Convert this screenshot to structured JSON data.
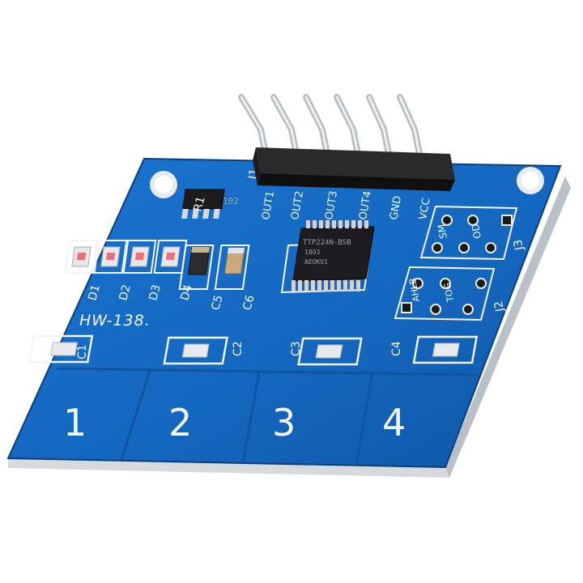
{
  "board": {
    "model": "HW-138.",
    "header_label": "J1",
    "pins": [
      "OUT1",
      "OUT2",
      "OUT3",
      "OUT4",
      "GND",
      "VCC"
    ],
    "resistor_label": "R1",
    "resistor_code": "102",
    "chip_lines": [
      "TTP224N-BSB",
      "1803",
      "AEOKU1"
    ],
    "leds": [
      "D1",
      "D2",
      "D3",
      "D4"
    ],
    "caps_mid": [
      "C5",
      "C6"
    ],
    "caps_pads": [
      "C1",
      "C2",
      "C3",
      "C4"
    ],
    "jumper_j2": {
      "label": "J2",
      "left": "AHLB",
      "right": "TOG"
    },
    "jumper_j3": {
      "label": "J3",
      "left": "SM",
      "right": "OD"
    },
    "pads": [
      "1",
      "2",
      "3",
      "4"
    ],
    "colors": {
      "pcb": "#1565c0",
      "pcb_dark": "#0d4a8f",
      "silkscreen": "#f2f6fb",
      "edge": "#d9dde2",
      "header": "#151515",
      "pins": "#c9ccd0"
    }
  }
}
